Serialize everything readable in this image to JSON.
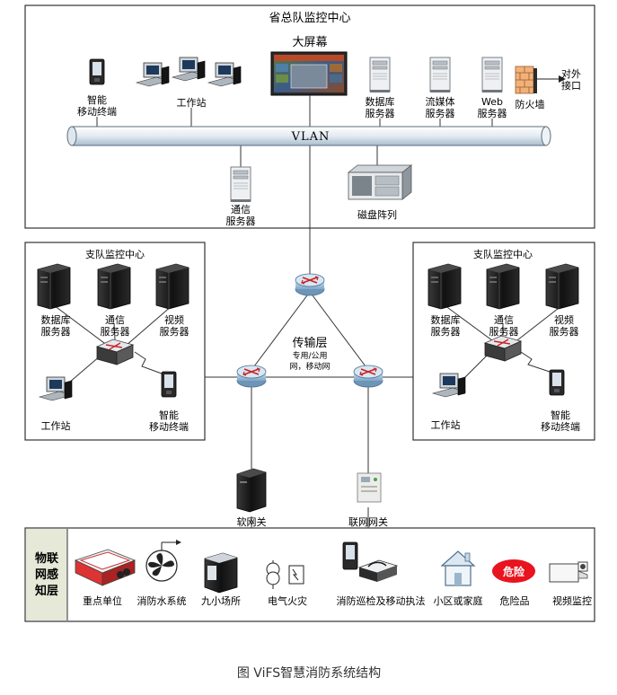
{
  "province": {
    "title": "省总队监控中心",
    "big_screen": "大屏幕",
    "mobile_terminal": [
      "智能",
      "移动终端"
    ],
    "workstation": "工作站",
    "db_server": [
      "数据库",
      "服务器"
    ],
    "stream_server": [
      "流媒体",
      "服务器"
    ],
    "web_server": [
      "Web",
      "服务器"
    ],
    "firewall": "防火墙",
    "external": [
      "对外",
      "接口"
    ],
    "vlan": "VLAN",
    "comm_server": [
      "通信",
      "服务器"
    ],
    "disk_array": "磁盘阵列"
  },
  "left_branch": {
    "title": "支队监控中心",
    "db_server": [
      "数据库",
      "服务器"
    ],
    "comm_server": [
      "通信",
      "服务器"
    ],
    "video_server": [
      "视频",
      "服务器"
    ],
    "workstation": "工作站",
    "mobile_terminal": [
      "智能",
      "移动终端"
    ]
  },
  "right_branch": {
    "title": "支队监控中心",
    "db_server": [
      "数据库",
      "服务器"
    ],
    "comm_server": [
      "通信",
      "服务器"
    ],
    "video_server": [
      "视频",
      "服务器"
    ],
    "workstation": "工作站",
    "mobile_terminal": [
      "智能",
      "移动终端"
    ]
  },
  "transport": {
    "title": "传输层",
    "sub": [
      "专用/公用",
      "网，移动网"
    ]
  },
  "gateways": {
    "soft": "软网关",
    "iot": "联网网关"
  },
  "perception": {
    "layer_label": [
      "物联",
      "网感",
      "知层"
    ],
    "items": [
      "重点单位",
      "消防水系统",
      "九小场所",
      "电气火灾",
      "消防巡检及移动执法",
      "小区或家庭",
      "危险品",
      "视频监控"
    ],
    "danger_badge": "危险"
  },
  "caption": "图 ViFS智慧消防系统结构",
  "colors": {
    "server_dark": "#1a1a1a",
    "router_blue": "#9fc3e0",
    "danger_red": "#e8141e",
    "layer_bg": "#e6e8d8",
    "arrow_red": "#d42020"
  }
}
